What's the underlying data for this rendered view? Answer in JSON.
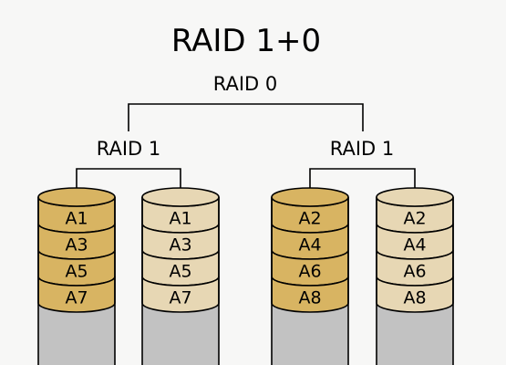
{
  "title": "RAID 1+0",
  "top_label": "RAID 0",
  "groups": [
    {
      "label": "RAID 1",
      "disks": [
        {
          "blocks": [
            "A1",
            "A3",
            "A5",
            "A7"
          ],
          "color": "#d8b462"
        },
        {
          "blocks": [
            "A1",
            "A3",
            "A5",
            "A7"
          ],
          "color": "#e7d7b4"
        }
      ]
    },
    {
      "label": "RAID 1",
      "disks": [
        {
          "blocks": [
            "A2",
            "A4",
            "A6",
            "A8"
          ],
          "color": "#d8b462"
        },
        {
          "blocks": [
            "A2",
            "A4",
            "A6",
            "A8"
          ],
          "color": "#e7d7b4"
        }
      ]
    }
  ],
  "colors": {
    "background": "#f7f7f6",
    "disk_body": "#c2c2c2",
    "line": "#000000"
  }
}
